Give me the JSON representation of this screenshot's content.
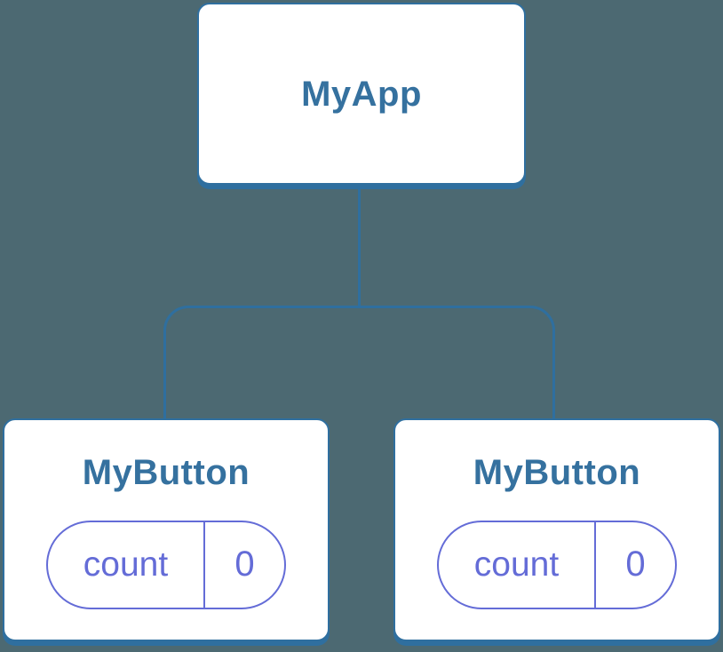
{
  "colors": {
    "background": "#4C6972",
    "node_background": "#FFFFFF",
    "node_border_blue": "#2F6F9F",
    "node_text_blue": "#35719F",
    "state_purple": "#646CD7"
  },
  "tree": {
    "root": {
      "label": "MyApp"
    },
    "children": [
      {
        "label": "MyButton",
        "state": {
          "name": "count",
          "value": "0"
        }
      },
      {
        "label": "MyButton",
        "state": {
          "name": "count",
          "value": "0"
        }
      }
    ]
  }
}
